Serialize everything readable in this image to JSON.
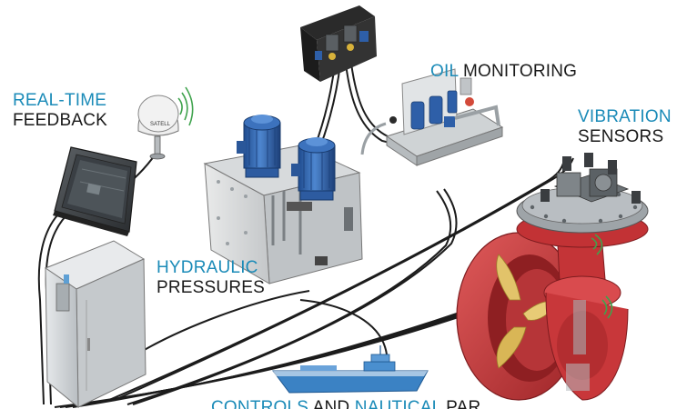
{
  "labels": {
    "realtime": {
      "accent": "REAL-TIME",
      "text": "FEEDBACK"
    },
    "oil": {
      "accent": "OIL",
      "text": " MONITORING"
    },
    "vibration": {
      "accent": "VIBRATION",
      "text": "SENSORS"
    },
    "hydraulic": {
      "accent": "HYDRAULIC",
      "text": "PRESSURES"
    },
    "controls": {
      "accent1": "CONTROLS",
      "mid": " AND ",
      "accent2": "NAUTICAL",
      "tail": " PAR"
    }
  },
  "antenna_text": "SATELL",
  "colors": {
    "accent": "#1b8bb8",
    "text": "#1a1a1a",
    "thruster_red": "#c8373a",
    "motor_blue": "#2e5fa8",
    "cable": "#1a1a1a",
    "cabinet": "#d3d6d8",
    "ship_blue": "#3b82c4"
  }
}
